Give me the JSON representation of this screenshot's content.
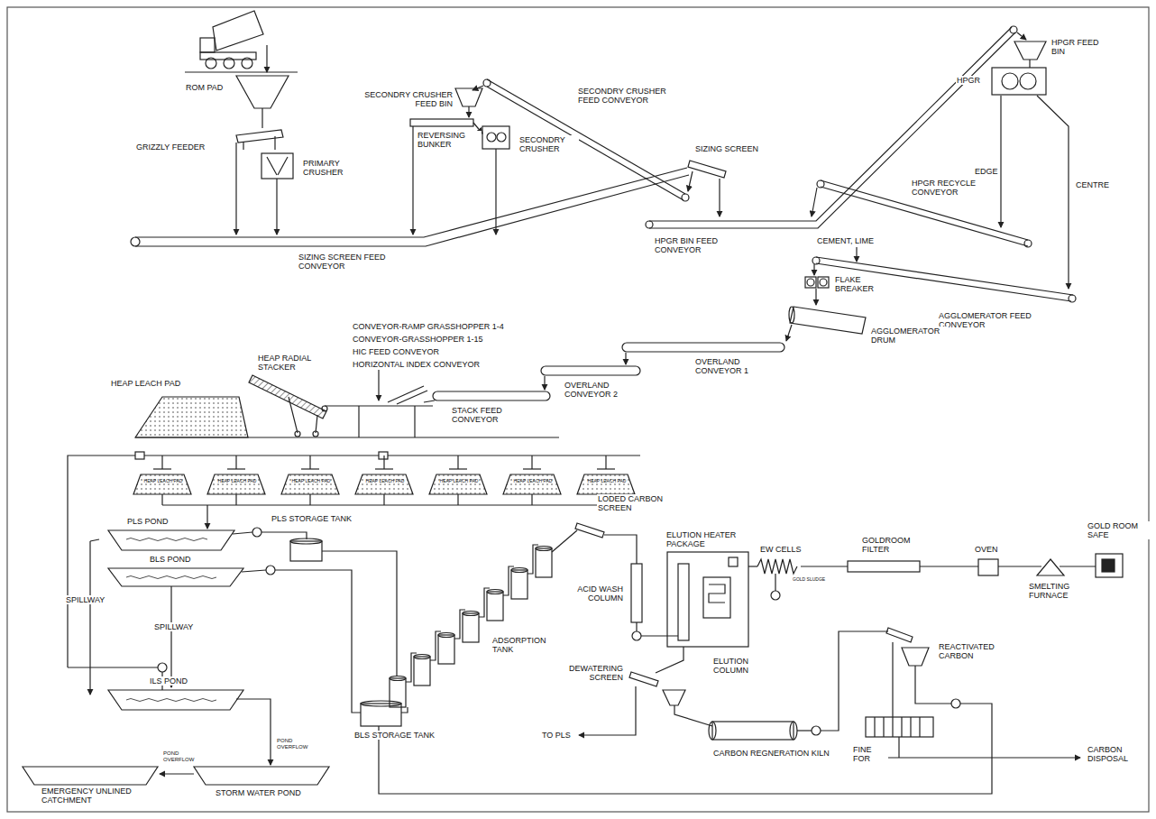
{
  "diagram": {
    "labels": [
      "ROM PAD",
      "GRIZZLY FEEDER",
      "PRIMARY CRUSHER",
      "SECONDRY CRUSHER FEED BIN",
      "REVERSING BUNKER",
      "SECONDRY CRUSHER",
      "SECONDRY CRUSHER FEED CONVEYOR",
      "SIZING SCREEN",
      "SIZING SCREEN FEED CONVEYOR",
      "HPGR BIN FEED CONVEYOR",
      "HPGR FEED BIN",
      "HPGR",
      "EDGE",
      "CENTRE",
      "HPGR RECYCLE CONVEYOR",
      "CEMENT, LIME",
      "FLAKE BREAKER",
      "AGGLOMERATOR FEED CONVEYOR",
      "AGGLOMERATOR DRUM",
      "OVERLAND CONVEYOR 1",
      "OVERLAND CONVEYOR 2",
      "STACK FEED CONVEYOR",
      "CONVEYOR-RAMP GRASSHOPPER 1-4",
      "CONVEYOR-GRASSHOPPER 1-15",
      "HIC FEED CONVEYOR",
      "HORIZONTAL INDEX CONVEYOR",
      "HEAP LEACH PAD",
      "HEAP RADIAL STACKER",
      "HEAP LEACH PAD",
      "HEAP LEACH PAD",
      "HEAP LEACH PAD",
      "HEAP LEACH PAD",
      "HEAP LEACH PAD",
      "HEAP LEACH PAD",
      "HEAP LEACH PAD",
      "PLS POND",
      "PLS STORAGE TANK",
      "LODED CARBON SCREEN",
      "ELUTION HEATER PACKAGE",
      "EW CELLS",
      "GOLD SLUDGE",
      "GOLDROOM FILTER",
      "GOLD ROOM SAFE",
      "OVEN",
      "SMELTING FURNACE",
      "ACID WASH COLUMN",
      "BLS POND",
      "SPILLWAY",
      "SPILLWAY",
      "ADSORPTION TANK",
      "DEWATERING SCREEN",
      "ELUTION COLUMN",
      "ILS POND",
      "POND OVERFLOW",
      "POND OVERFLOW",
      "EMERGENCY UNLINED CATCHMENT",
      "STORM WATER POND",
      "BLS STORAGE TANK",
      "TO PLS",
      "CARBON REGNERATION KILN",
      "REACTIVATED CARBON",
      "FINE FOR",
      "CARBON DISPOSAL"
    ]
  }
}
